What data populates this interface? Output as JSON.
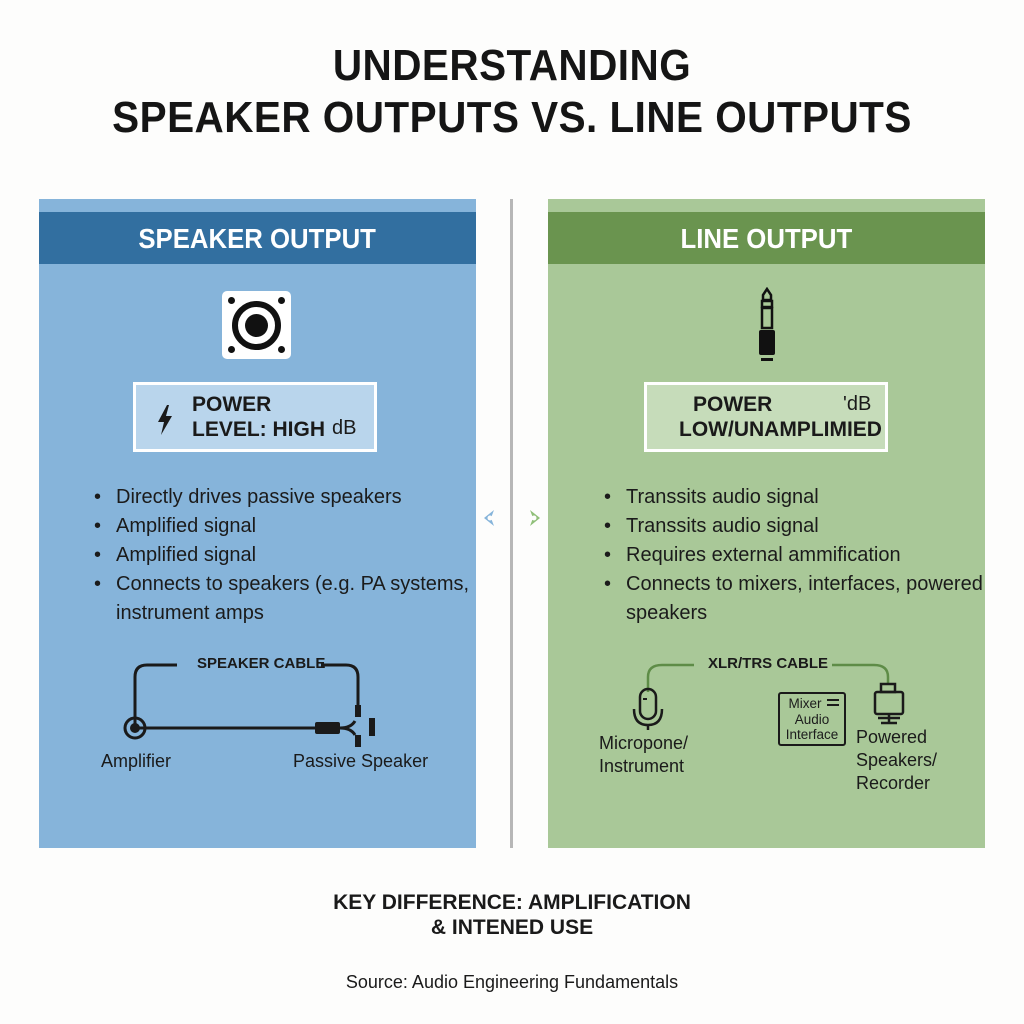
{
  "title": {
    "line1": "UNDERSTANDING",
    "line2": "SPEAKER OUTPUTS VS. LINE OUTPUTS"
  },
  "colors": {
    "speaker_panel_bg": "#86b4da",
    "speaker_header_bg": "#326fa0",
    "line_panel_bg": "#a9c898",
    "line_header_bg": "#6a944f",
    "divider": "#b7b7b7"
  },
  "speaker_output": {
    "header": "SPEAKER OUTPUT",
    "icon": "speaker-icon",
    "power": {
      "icon": "lightning-bolt-icon",
      "line1": "POWER",
      "line2": "LEVEL: HIGH",
      "unit": "dB"
    },
    "bullets": [
      "Directly drives passive speakers",
      "Amplified signal",
      "Amplified signal",
      "Connects to speakers (e.g. PA systems, instrument amps"
    ],
    "diagram": {
      "cable_label": "SPEAKER CABLE",
      "source_label": "Amplifier",
      "dest_label": "Passive Speaker"
    }
  },
  "line_output": {
    "header": "LINE OUTPUT",
    "icon": "trs-jack-icon",
    "power": {
      "line1": "POWER",
      "line2": "LOW/UNAMPLIMIED",
      "unit": "'dB"
    },
    "bullets": [
      "Transsits audio signal",
      "Transsits audio signal",
      "Requires external ammification",
      "Connects to mixers, interfaces, powered speakers"
    ],
    "diagram": {
      "cable_label": "XLR/TRS CABLE",
      "source_label": "Micropone/ Instrument",
      "mixer_line1": "Mixer",
      "mixer_line2": "Audio",
      "mixer_line3": "Interface",
      "dest_label": "Powered Speakers/ Recorder"
    }
  },
  "footer": {
    "key_difference_line1": "KEY DIFFERENCE: AMPLIFICATION",
    "key_difference_line2": "& INTENED USE",
    "source": "Source: Audio Engineering Fundamentals"
  }
}
